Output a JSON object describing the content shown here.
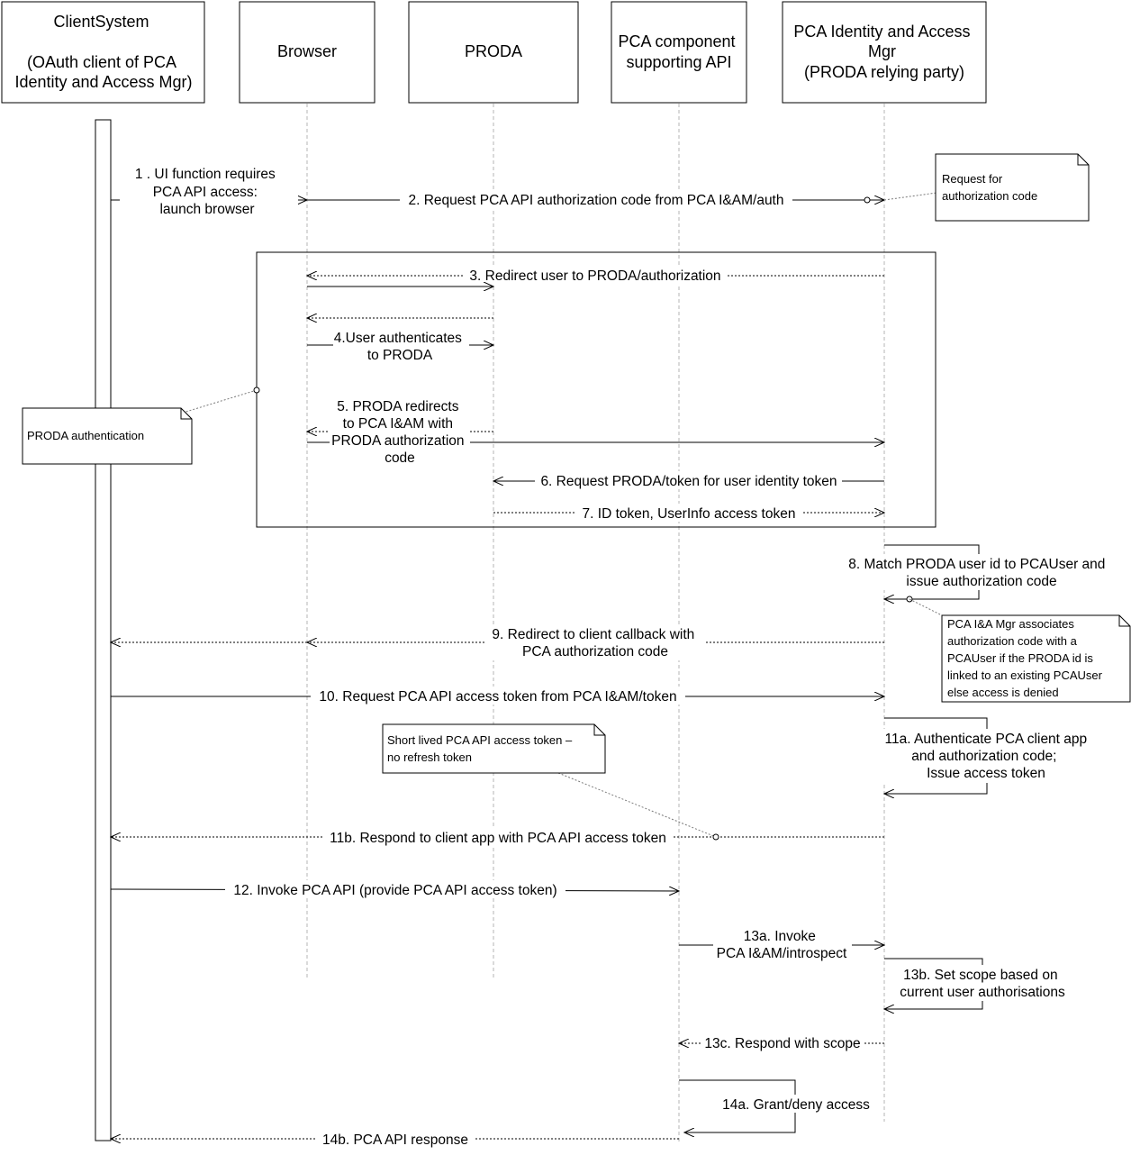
{
  "participants": [
    {
      "id": "client",
      "lines": [
        "ClientSystem",
        "",
        "(OAuth client of PCA",
        "Identity and Access Mgr)"
      ]
    },
    {
      "id": "browser",
      "lines": [
        "Browser"
      ]
    },
    {
      "id": "proda",
      "lines": [
        "PRODA"
      ]
    },
    {
      "id": "pca_api",
      "lines": [
        "PCA component",
        "supporting API"
      ]
    },
    {
      "id": "iam",
      "lines": [
        "PCA Identity and Access",
        "Mgr",
        "(PRODA relying party)"
      ]
    }
  ],
  "messages": {
    "m1": [
      "1 . UI function requires",
      "PCA API access:",
      "launch browser"
    ],
    "m2": [
      "2. Request PCA API authorization code from PCA I&AM/auth"
    ],
    "m3": [
      "3. Redirect user to PRODA/authorization"
    ],
    "m4": [
      "4.User authenticates",
      "to PRODA"
    ],
    "m5": [
      "5. PRODA redirects",
      "to PCA I&AM with",
      "PRODA authorization",
      "code"
    ],
    "m6": [
      "6. Request PRODA/token for user identity token"
    ],
    "m7": [
      "7.  ID token, UserInfo access token"
    ],
    "m8": [
      "8. Match PRODA user id to PCAUser and",
      "issue authorization code"
    ],
    "m9": [
      "9. Redirect to client callback  with",
      "PCA authorization code"
    ],
    "m10": [
      "10. Request PCA API access token from PCA I&AM/token"
    ],
    "m11a": [
      "11a. Authenticate PCA client app",
      "and authorization code;",
      "Issue access token"
    ],
    "m11b": [
      "11b. Respond to client app with PCA API access token"
    ],
    "m12": [
      "12. Invoke PCA API (provide PCA API access token)"
    ],
    "m13a": [
      "13a. Invoke",
      "PCA I&AM/introspect"
    ],
    "m13b": [
      "13b. Set scope based on",
      "current user authorisations"
    ],
    "m13c": [
      "13c. Respond with scope"
    ],
    "m14a": [
      "14a. Grant/deny access"
    ],
    "m14b": [
      "14b. PCA API response"
    ]
  },
  "notes": {
    "auth_code_request": [
      "Request for",
      "authorization code"
    ],
    "proda_auth": [
      "PRODA authentication"
    ],
    "associate": [
      "PCA I&A Mgr associates",
      "authorization  code with a",
      "PCAUser if the PRODA id is",
      "linked to an existing PCAUser",
      "else access is denied"
    ],
    "short_lived": [
      "Short lived PCA API access token –",
      "no refresh token"
    ]
  },
  "colors": {
    "line": "#000000",
    "lifeline": "#b4b4b4",
    "note_line": "#7a7a7a"
  }
}
